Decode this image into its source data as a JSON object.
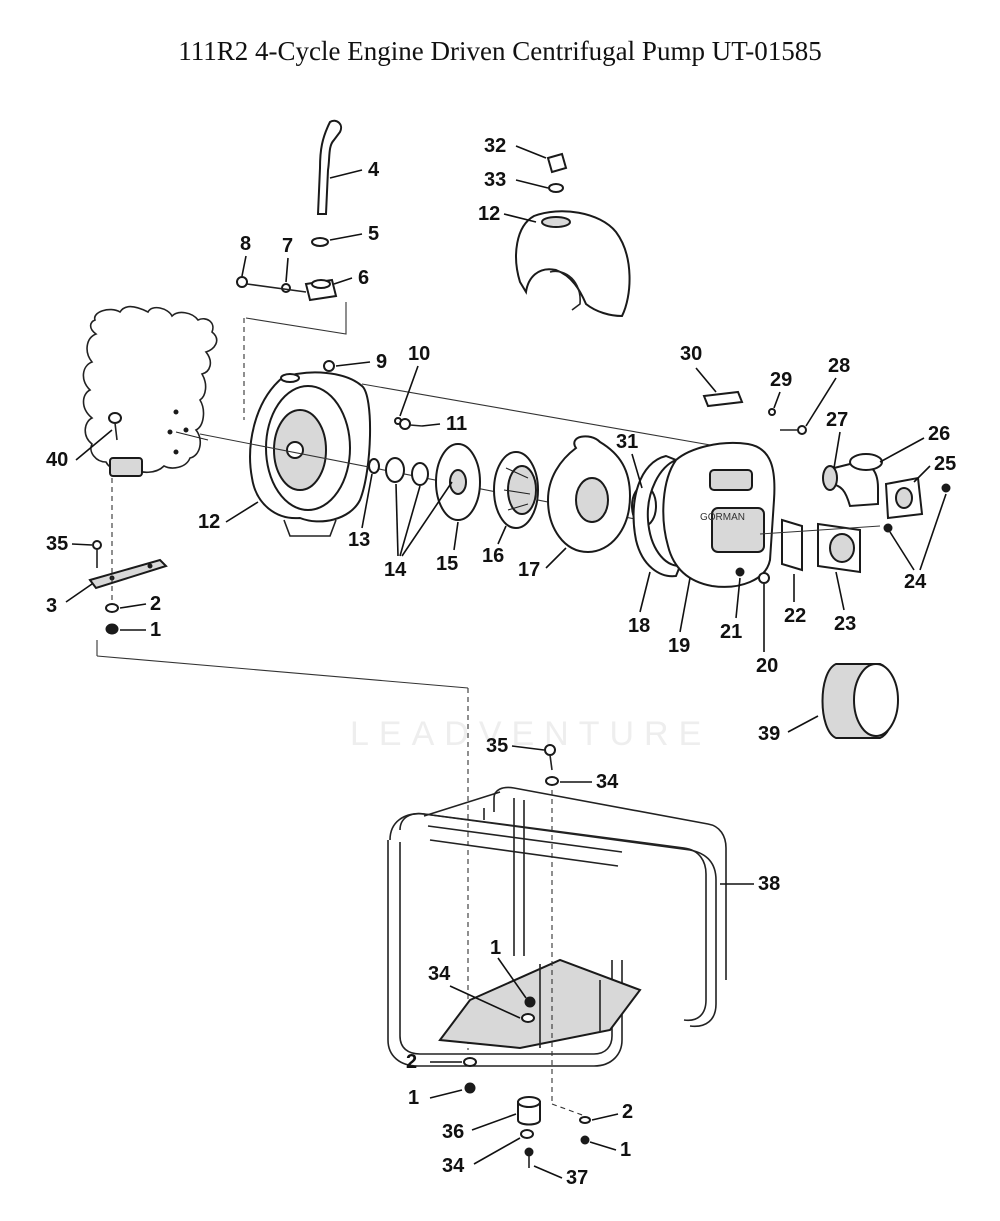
{
  "title": "111R2 4-Cycle Engine Driven Centrifugal Pump UT-01585",
  "watermark": "LEADVENTURE",
  "callouts": {
    "p1a": "1",
    "p1b": "1",
    "p1c": "1",
    "p1d": "1",
    "p2a": "2",
    "p2b": "2",
    "p2c": "2",
    "p3": "3",
    "p4": "4",
    "p5": "5",
    "p6": "6",
    "p7": "7",
    "p8": "8",
    "p9": "9",
    "p10": "10",
    "p11": "11",
    "p12a": "12",
    "p12b": "12",
    "p13": "13",
    "p14": "14",
    "p15": "15",
    "p16": "16",
    "p17": "17",
    "p18": "18",
    "p19": "19",
    "p20": "20",
    "p21": "21",
    "p22": "22",
    "p23": "23",
    "p24": "24",
    "p25": "25",
    "p26": "26",
    "p27": "27",
    "p28": "28",
    "p29": "29",
    "p30": "30",
    "p31": "31",
    "p32": "32",
    "p33": "33",
    "p34a": "34",
    "p34b": "34",
    "p34c": "34",
    "p35a": "35",
    "p35b": "35",
    "p36": "36",
    "p37": "37",
    "p38": "38",
    "p39": "39",
    "p40": "40"
  }
}
